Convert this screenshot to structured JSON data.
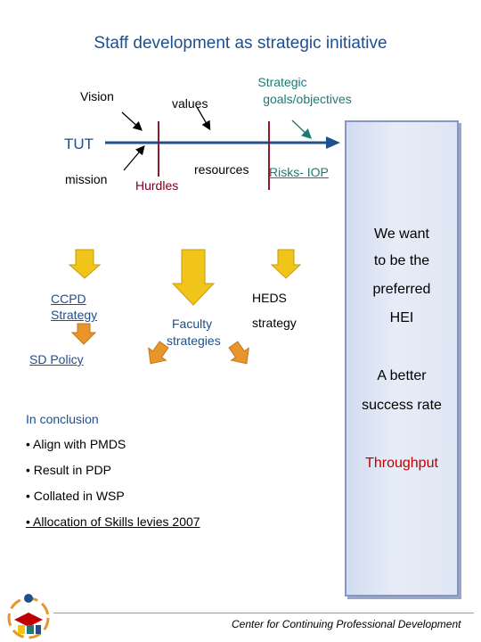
{
  "title": "Staff development as strategic initiative",
  "labels": {
    "vision": "Vision",
    "values": "values",
    "goals_line1": "Strategic",
    "goals_line2": "goals/objectives",
    "tut": "TUT",
    "mission": "mission",
    "hurdles": "Hurdles",
    "resources": "resources",
    "risks": "Risks- IOP",
    "heds": "HEDS",
    "strategy": "strategy",
    "ccpd_line1": "CCPD",
    "ccpd_line2": "Strategy",
    "faculty_line1": "Faculty",
    "faculty_line2": "strategies",
    "sd_policy": "SD Policy"
  },
  "panel": {
    "we_want": "We want",
    "to_be_the": "to be the",
    "preferred": "preferred",
    "hei": "HEI",
    "a_better": "A better",
    "success_rate": "success rate",
    "throughput": "Throughput"
  },
  "conclusion": {
    "heading": "In conclusion",
    "items": [
      "• Align with PMDS",
      "• Result in PDP",
      "• Collated in WSP",
      "• Allocation of Skills levies 2007"
    ]
  },
  "footer": "Center for Continuing Professional Development",
  "colors": {
    "title_blue": "#1f4f8c",
    "teal": "#1c7a74",
    "hurdle_red": "#8b1a2b",
    "arrow_gold": "#f0c419",
    "arrow_orange": "#e8962a",
    "panel_border": "#8497c4",
    "throughput_red": "#c00000"
  },
  "icons": [
    "tut-logo-icon"
  ]
}
